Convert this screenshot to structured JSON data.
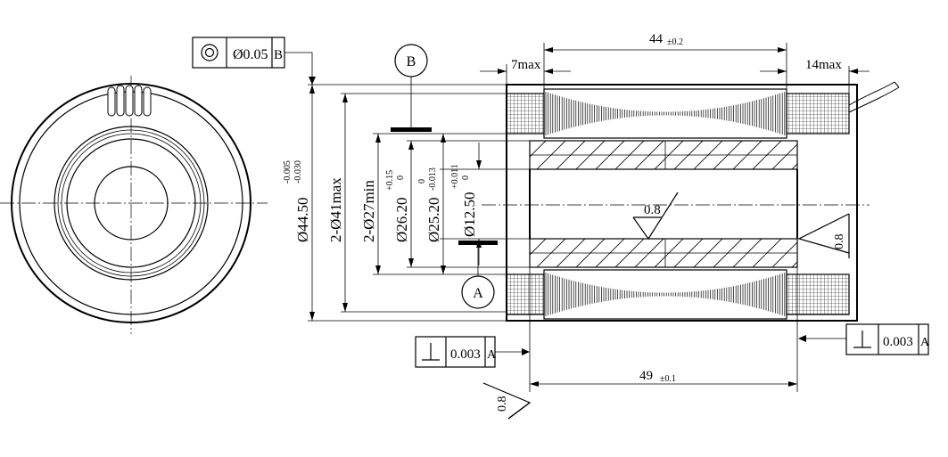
{
  "colors": {
    "ink": "#000000",
    "paper": "#ffffff"
  },
  "datums": {
    "b": "B",
    "a": "A"
  },
  "fcf_concentricity": {
    "symbol": "◎",
    "tol": "Ø0.05",
    "datum": "B"
  },
  "fcf_perp_left": {
    "symbol": "⊥",
    "tol": "0.003",
    "datum": "A"
  },
  "fcf_perp_right": {
    "symbol": "⊥",
    "tol": "0.003",
    "datum": "A"
  },
  "dims": {
    "d_length_44": "44",
    "d_length_44_tol": "±0.2",
    "d_coil_7": "7max",
    "d_coil_14": "14max",
    "d_length_49": "49",
    "d_length_49_tol": "±0.1",
    "d_outer": "Ø44.50",
    "d_outer_tol_upper": "-0.005",
    "d_outer_tol_lower": "-0.030",
    "d_41": "2-Ø41max",
    "d_27": "2-Ø27min",
    "d_2620": "Ø26.20",
    "d_2620_tol_upper": "+0.15",
    "d_2620_tol_lower": "0",
    "d_2520": "Ø25.20",
    "d_2520_tol_upper": "0",
    "d_2520_tol_lower": "-0.013",
    "d_1250": "Ø12.50",
    "d_1250_tol_upper": "+0.011",
    "d_1250_tol_lower": "0"
  },
  "roughness": {
    "bore": "0.8",
    "right_face": "0.8",
    "left_face": "0.8"
  }
}
